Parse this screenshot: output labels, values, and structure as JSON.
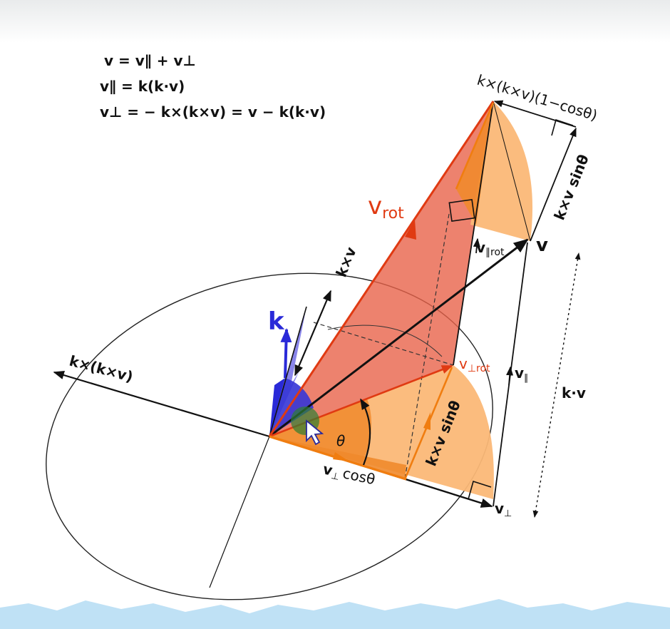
{
  "colors": {
    "background": "#ffffff",
    "top_shade": "#e9ebec",
    "rot_triangle": "#e8634a",
    "perp_plane": "#fbb877",
    "orange_dark": "#f08a2c",
    "orange_line": "#f07d10",
    "red_line": "#e03a12",
    "k_blue": "#2a2ad8",
    "k_blue_fill": "#7c78e8",
    "cursor_green": "#2e7d32",
    "mountains": "#bfe1f5"
  },
  "equations": {
    "line1": "v = v∥ + v⊥",
    "line2": "v∥ = k(k·v)",
    "line3": "v⊥ = − k×(k×v) = v − k(k·v)"
  },
  "labels": {
    "k": "k",
    "v": "v",
    "v_rot": "v",
    "v_rot_sub": "rot",
    "v_par_rot": "v",
    "v_par_rot_sub": "∥rot",
    "v_perp_rot": "v",
    "v_perp_rot_sub": "⊥rot",
    "v_par": "v",
    "v_par_sub": "∥",
    "v_perp": "v",
    "v_perp_sub": "⊥",
    "k_dot_v": "k·v",
    "k_cross_v": "k×v",
    "k_cross_k_cross_v": "k×(k×v)",
    "top_term": "k×(k×v)(1−cosθ)",
    "right_term": "k×v sinθ",
    "mid_term": "k×v sinθ",
    "bottom_term_v": "v",
    "bottom_term_sub": "⊥",
    "bottom_term_rest": "cosθ",
    "theta": "θ"
  },
  "icons": {
    "cursor": "mouse-pointer-icon",
    "mountains": "mountain-range-decoration"
  }
}
